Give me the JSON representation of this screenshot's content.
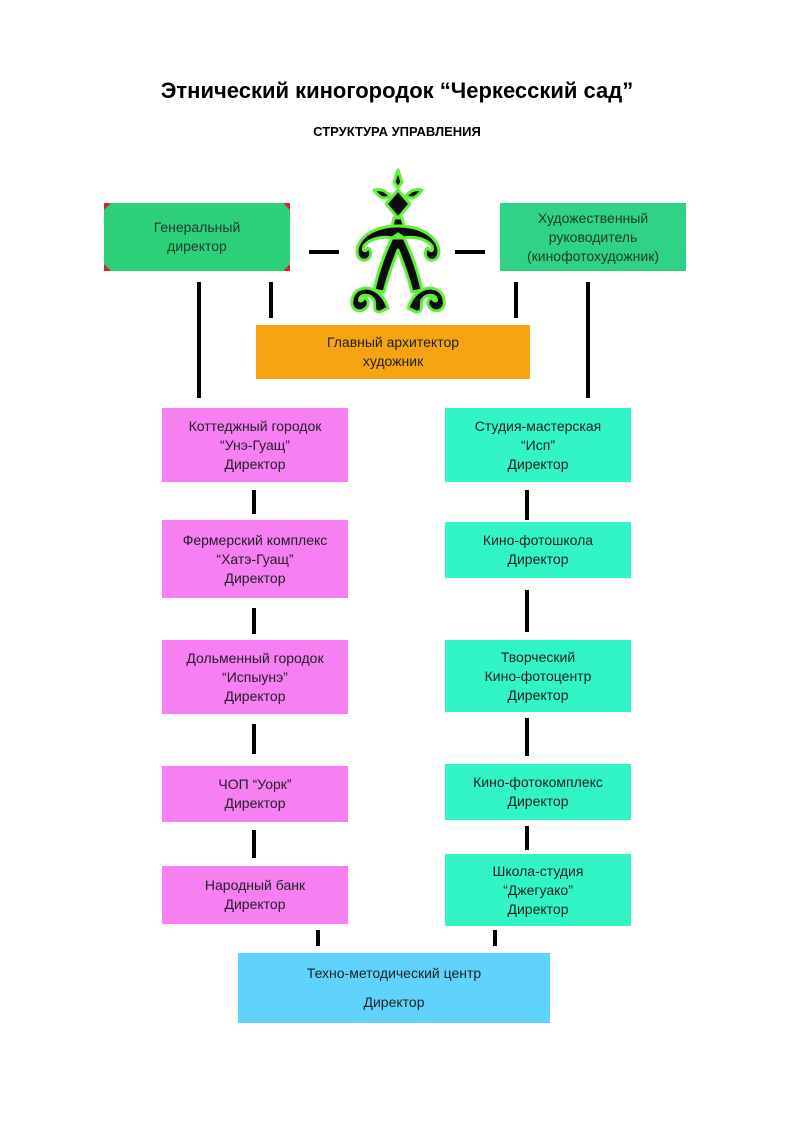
{
  "header": {
    "title": "Этнический киногородок “Черкесский сад”",
    "subtitle": "СТРУКТУРА УПРАВЛЕНИЯ"
  },
  "colors": {
    "general": "#2dd17a",
    "artistic": "#2fd385",
    "architect": "#f5a412",
    "left_column": "#f67ff2",
    "right_column": "#31f5c6",
    "tech_center": "#5fd3fb",
    "ornament_fill": "#0b0b0b",
    "ornament_glow": "#5ff03a"
  },
  "top": {
    "general_director": [
      "Генеральный",
      "директор"
    ],
    "artistic_director": [
      "Художественный",
      "руководитель",
      "(кинофотохудожник)"
    ],
    "chief_architect": [
      "Главный архитектор",
      "художник"
    ]
  },
  "left_units": [
    [
      "Коттеджный городок",
      "“Унэ-Гуащ”",
      "Директор"
    ],
    [
      "Фермерский комплекс",
      "“Хатэ-Гуащ”",
      "Директор"
    ],
    [
      "Дольменный городок",
      "“Испыунэ”",
      "Директор"
    ],
    [
      "ЧОП “Уорк”",
      "Директор"
    ],
    [
      "Народный банк",
      "Директор"
    ]
  ],
  "right_units": [
    [
      "Студия-мастерская",
      "“Исп”",
      "Директор"
    ],
    [
      "Кино-фотошкола",
      "Директор"
    ],
    [
      "Творческий",
      "Кино-фотоцентр",
      "Директор"
    ],
    [
      "Кино-фотокомплекс",
      "Директор"
    ],
    [
      "Школа-студия",
      "“Джегуако”",
      "Директор"
    ]
  ],
  "tech_center": [
    "Техно-методический центр",
    "Директор"
  ]
}
